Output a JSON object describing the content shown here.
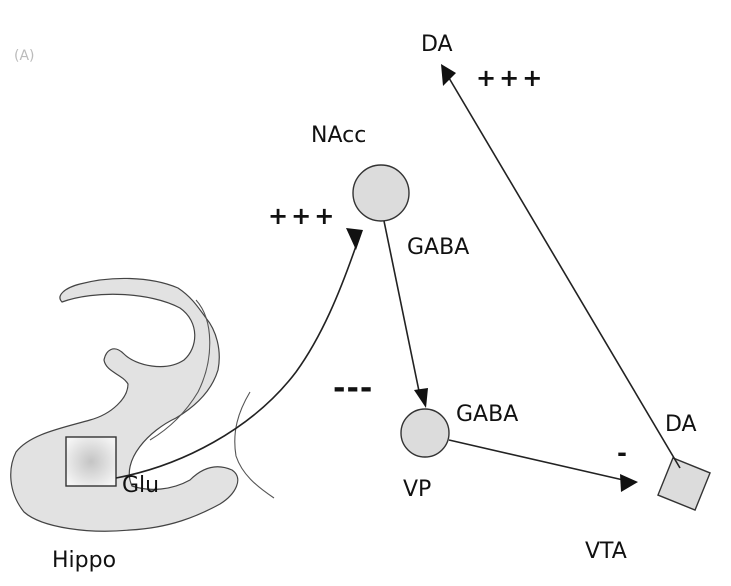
{
  "panel_label": "(A)",
  "labels": {
    "da_top": "DA",
    "da_top_effect": "+++",
    "nacc": "NAcc",
    "glu_effect": "+++",
    "nacc_transmitter": "GABA",
    "vp_effect": "---",
    "vp_transmitter": "GABA",
    "vp": "VP",
    "da_vta": "DA",
    "vta_effect": "-",
    "vta": "VTA",
    "glu": "Glu",
    "hippo": "Hippo"
  },
  "colors": {
    "node_fill": "#dcdcdc",
    "hippo_fill": "#e2e2e2",
    "line": "#222222"
  }
}
